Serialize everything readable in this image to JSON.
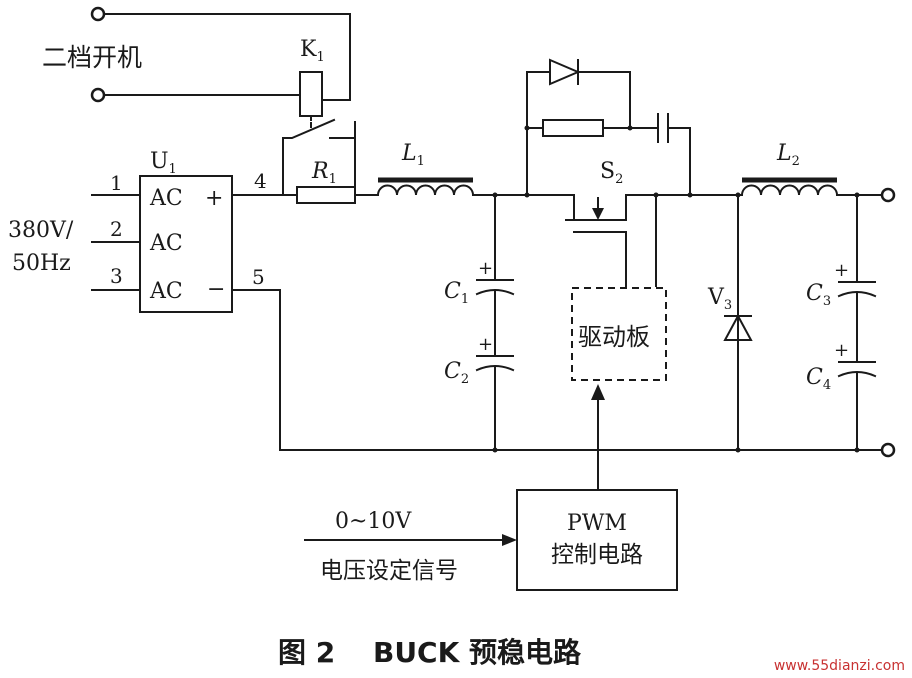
{
  "labels": {
    "switch_caption": "二档开机",
    "relay_K": "K",
    "relay_K_sub": "1",
    "rect_U": "U",
    "rect_U_sub": "1",
    "pin1": "1",
    "pin2": "2",
    "pin3": "3",
    "pin4": "4",
    "pin5": "5",
    "ac1": "AC",
    "ac2": "AC",
    "ac3": "AC",
    "plus": "+",
    "minus": "−",
    "input_voltage": "380V/",
    "input_freq": "50Hz",
    "res_R": "R",
    "res_R_sub": "1",
    "ind_L1": "L",
    "ind_L1_sub": "1",
    "sw_S": "S",
    "sw_S_sub": "2",
    "ind_L2": "L",
    "ind_L2_sub": "2",
    "cap_C": "C",
    "cap_C1_sub": "1",
    "cap_C2_sub": "2",
    "cap_C3_sub": "3",
    "cap_C4_sub": "4",
    "cap_plus": "+",
    "diode_V": "V",
    "diode_V_sub": "3",
    "driver": "驱动板",
    "pwm_line1": "PWM",
    "pwm_line2": "控制电路",
    "set_range": "0~10V",
    "set_label": "电压设定信号",
    "caption": "图 2　 BUCK 预稳电路",
    "watermark": "www.55dianzi.com"
  }
}
